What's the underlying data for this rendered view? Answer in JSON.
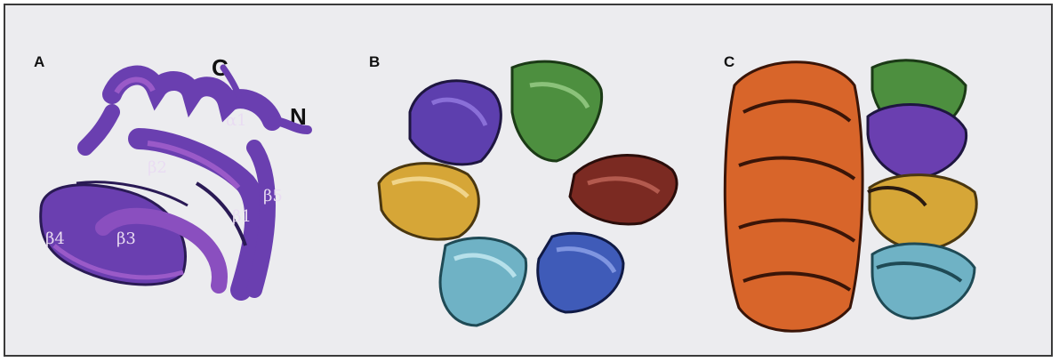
{
  "panels": [
    {
      "label": "A"
    },
    {
      "label": "B"
    },
    {
      "label": "C"
    }
  ],
  "terminus": {
    "c": "C",
    "n": "N"
  },
  "structure_labels": {
    "a1": "α1",
    "b1": "β1",
    "b2": "β2",
    "b3": "β3",
    "b4": "β4",
    "b5": "β5"
  },
  "colors": {
    "monomer": "#6a3fb0",
    "monomer_highlight": "#9a5ac8",
    "b_subunits": [
      "#5d3fae",
      "#4d8f3f",
      "#7b2a22",
      "#d6a637",
      "#6fb2c5",
      "#3f5bb8"
    ],
    "c_left": "#d8652a",
    "c_right_subunits": [
      "#4d8f3f",
      "#6a3fb0",
      "#d6a637",
      "#6fb2c5"
    ]
  }
}
